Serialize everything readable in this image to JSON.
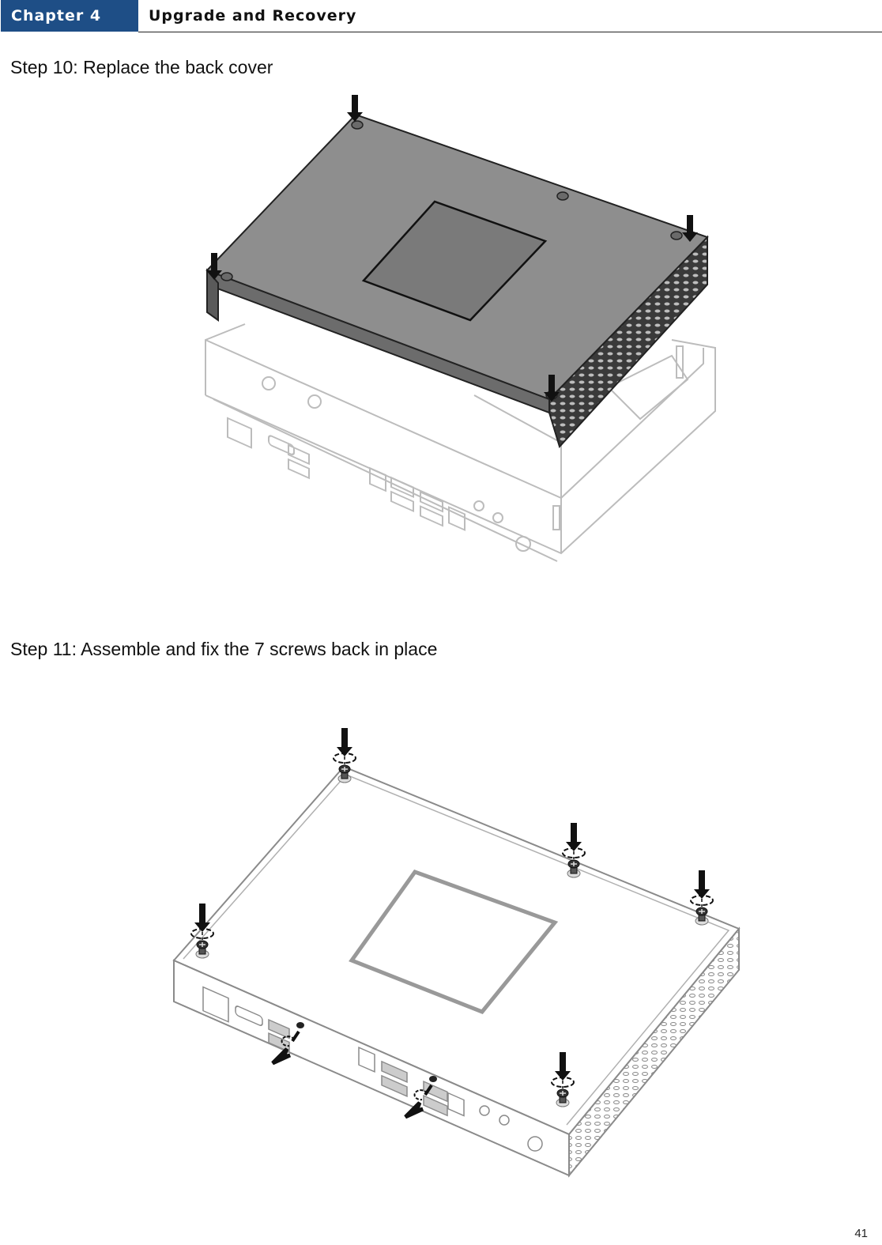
{
  "header": {
    "chapter_label": "Chapter 4",
    "chapter_title": "Upgrade and Recovery",
    "tab_color": "#1e4e86"
  },
  "steps": [
    {
      "label": "Step 10: Replace the back cover"
    },
    {
      "label": "Step 11: Assemble and fix the 7 screws back in place"
    }
  ],
  "figures": [
    {
      "icon": "back-cover-installation-illustration"
    },
    {
      "icon": "screw-assembly-illustration"
    }
  ],
  "page_number": "41"
}
